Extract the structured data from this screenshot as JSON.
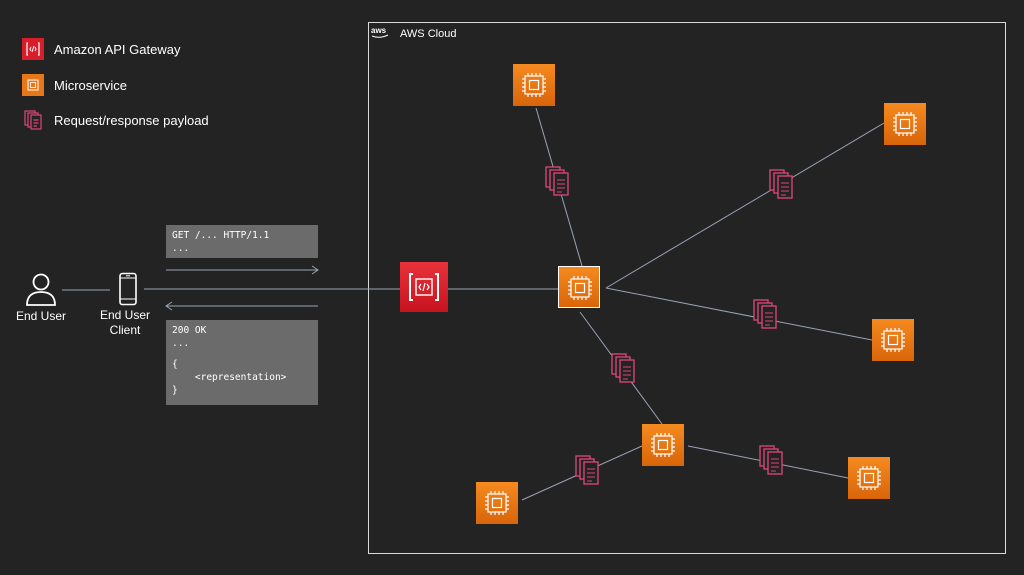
{
  "legend": {
    "items": [
      {
        "label": "Amazon API Gateway",
        "icon": "api-gateway-icon",
        "color": "#d81e2a"
      },
      {
        "label": "Microservice",
        "icon": "microservice-icon",
        "color": "#e8771a"
      },
      {
        "label": "Request/response payload",
        "icon": "payload-icon",
        "color": "#e0467a"
      }
    ]
  },
  "cloud": {
    "label": "AWS Cloud",
    "logo": "aws"
  },
  "actors": {
    "end_user": "End User",
    "client_line1": "End User",
    "client_line2": "Client"
  },
  "request": {
    "line1": "GET /... HTTP/1.1",
    "line2": "..."
  },
  "response": {
    "line1": "200 OK",
    "line2": "...",
    "line3": "{",
    "line4": "    <representation>",
    "line5": "}"
  },
  "colors": {
    "background": "#232323",
    "connector": "#9aa3b5",
    "microservice": "#e8771a",
    "api_gateway": "#d81e2a",
    "payload": "#e0467a",
    "code_box": "#6b6b6b"
  }
}
